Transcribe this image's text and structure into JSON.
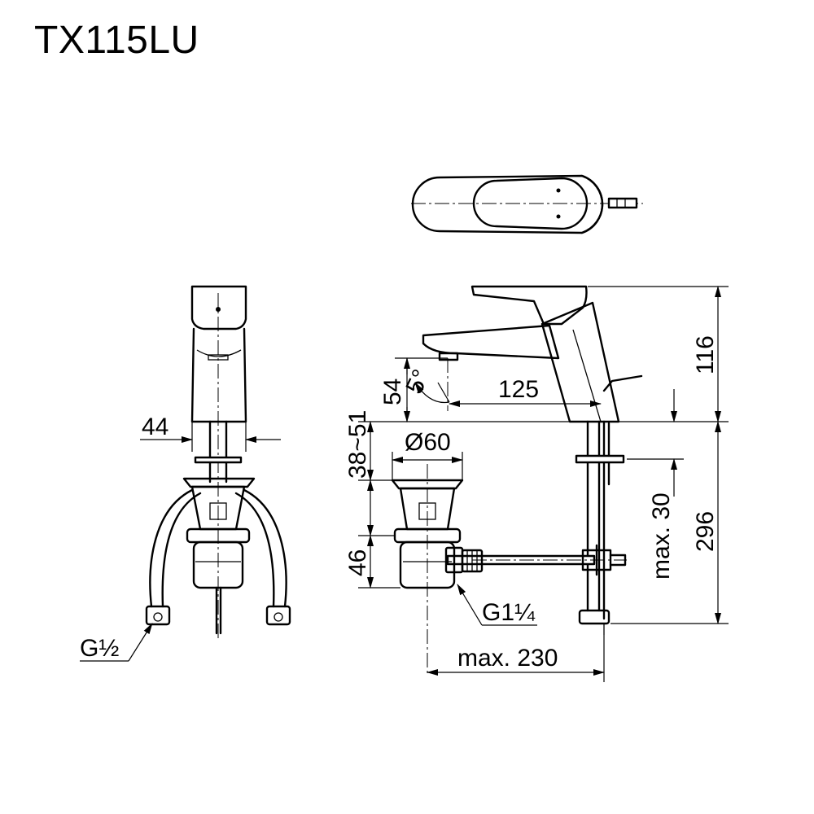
{
  "title": "TX115LU",
  "dimensions": {
    "width_44": "44",
    "hose_thread": "G½",
    "spout_height": "54",
    "spout_angle": "5°",
    "spout_reach": "125",
    "total_height_above": "116",
    "deck_range": "38~51",
    "waste_diameter": "Ø60",
    "waste_height": "46",
    "waste_thread": "G1¼",
    "lever_travel": "max. 30",
    "below_deck": "296",
    "pop_up_reach": "max. 230"
  }
}
